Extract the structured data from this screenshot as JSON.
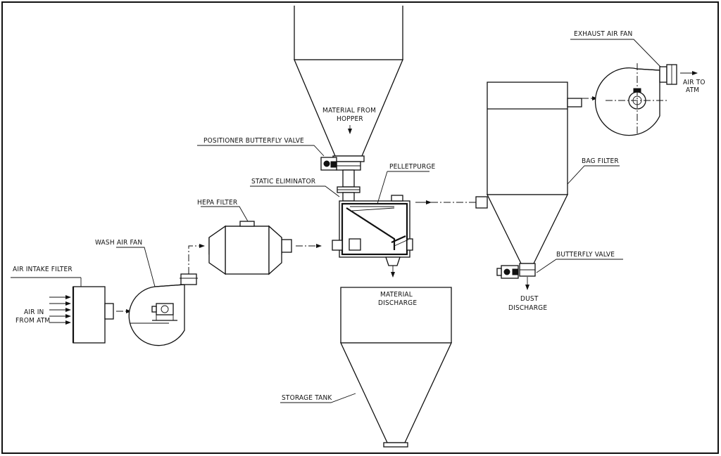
{
  "labels": {
    "air_intake_filter": "AIR INTAKE FILTER",
    "air_in_line1": "AIR IN",
    "air_in_line2": "FROM ATM",
    "wash_air_fan": "WASH AIR FAN",
    "hepa_filter": "HEPA FILTER",
    "material_from_line1": "MATERIAL FROM",
    "material_from_line2": "HOPPER",
    "positioner_butterfly_valve": "POSITIONER BUTTERFLY VALVE",
    "static_eliminator": "STATIC ELIMINATOR",
    "pelletpurge": "PELLETPURGE",
    "material_discharge_line1": "MATERIAL",
    "material_discharge_line2": "DISCHARGE",
    "storage_tank": "STORAGE TANK",
    "exhaust_air_fan": "EXHAUST AIR FAN",
    "air_to_line1": "AIR TO",
    "air_to_line2": "ATM",
    "bag_filter": "BAG FILTER",
    "butterfly_valve": "BUTTERFLY VALVE",
    "dust_discharge_line1": "DUST",
    "dust_discharge_line2": "DISCHARGE"
  },
  "colors": {
    "line": "#111111",
    "background": "#ffffff"
  }
}
